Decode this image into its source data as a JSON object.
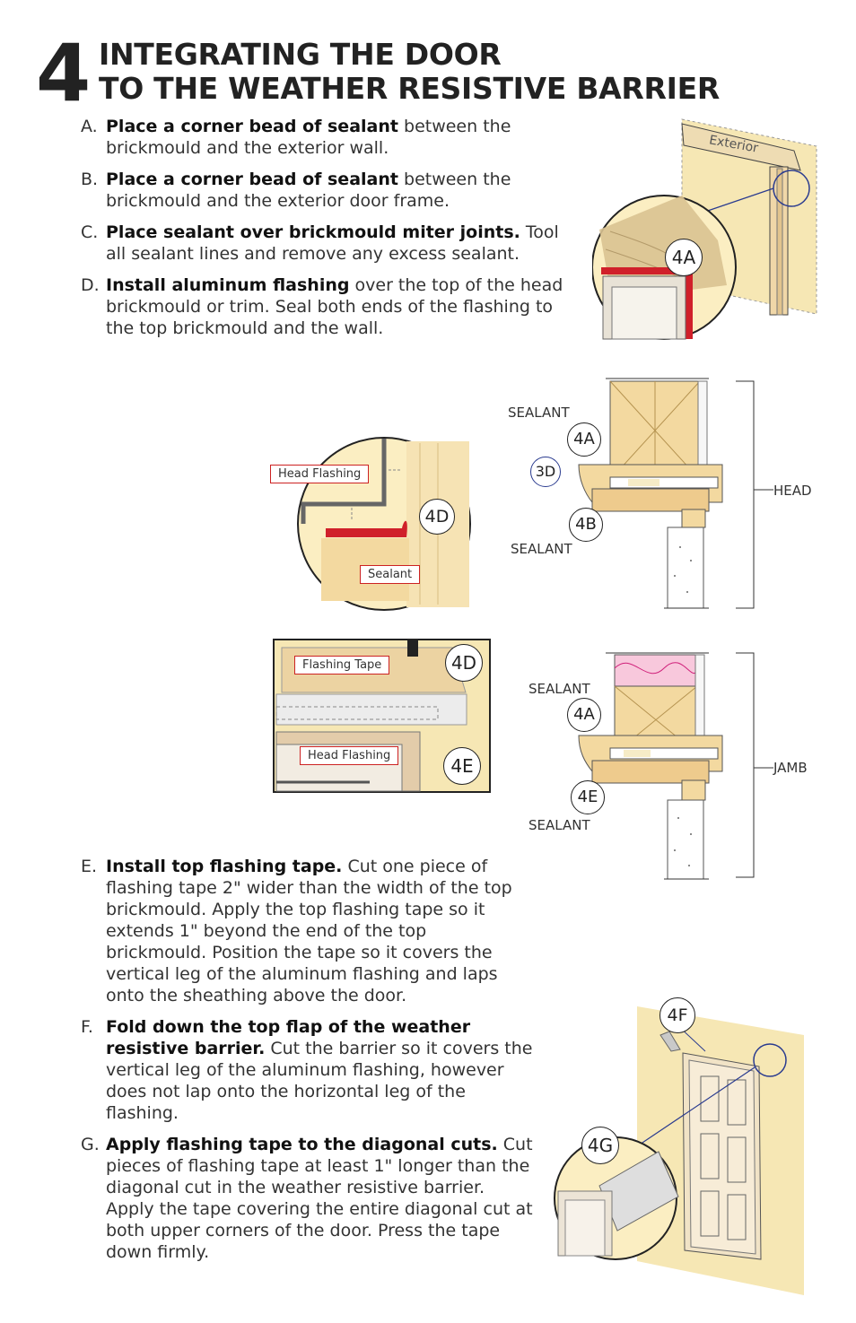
{
  "header": {
    "number": "4",
    "title_line1": "INTEGRATING THE DOOR",
    "title_line2": "TO THE WEATHER RESISTIVE BARRIER"
  },
  "steps": [
    {
      "letter": "A.",
      "bold": "Place a corner bead of sealant",
      "rest": " between the brickmould and the exterior wall."
    },
    {
      "letter": "B.",
      "bold": "Place a corner bead of sealant",
      "rest": " between the brickmould and the exterior door frame."
    },
    {
      "letter": "C.",
      "bold": "Place sealant over brickmould miter joints.",
      "rest": " Tool all sealant lines and remove any excess sealant."
    },
    {
      "letter": "D.",
      "bold": "Install aluminum flashing",
      "rest": " over the top of the head brickmould or trim. Seal both ends of the flashing to the top brickmould and the wall."
    },
    {
      "letter": "E.",
      "bold": "Install top flashing tape.",
      "rest": " Cut one piece of flashing tape 2\" wider than the width of the top brickmould. Apply the top flashing tape so it extends 1\" beyond the end of the top brickmould. Position the tape so it covers the vertical leg of the aluminum flashing and laps onto the sheathing above the door."
    },
    {
      "letter": "F.",
      "bold": "Fold down the top flap of the weather resistive barrier.",
      "rest": " Cut the barrier so it covers the vertical leg of the aluminum flashing, however does not lap onto the horizontal leg of the flashing."
    },
    {
      "letter": "G.",
      "bold": "Apply flashing tape to the diagonal cuts.",
      "rest": " Cut pieces of flashing tape at least 1\" longer than the diagonal cut in the weather resistive barrier. Apply the tape covering the entire diagonal cut at both upper corners of the door. Press the tape down firmly."
    }
  ],
  "fig_4a": {
    "exterior_label": "Exterior",
    "badge": "4A"
  },
  "fig_head": {
    "sealant_top": "SEALANT",
    "badge_4a": "4A",
    "badge_3d": "3D",
    "badge_4b": "4B",
    "sealant_bottom": "SEALANT",
    "side_label": "HEAD"
  },
  "fig_4d_circle": {
    "callout_flashing": "Head Flashing",
    "callout_sealant": "Sealant",
    "badge": "4D"
  },
  "fig_4d_box": {
    "callout_tape": "Flashing Tape",
    "callout_flashing": "Head Flashing",
    "badge_4d": "4D",
    "badge_4e": "4E"
  },
  "fig_jamb": {
    "sealant_top": "SEALANT",
    "badge_4a": "4A",
    "badge_4e": "4E",
    "sealant_bottom": "SEALANT",
    "side_label": "JAMB"
  },
  "fig_door": {
    "badge_4f": "4F",
    "badge_4g": "4G"
  },
  "colors": {
    "accent_red": "#d0202a",
    "wood": "#f3d9a0",
    "barrier": "#f6e7b4",
    "badge_blue": "#2a3b8f"
  }
}
